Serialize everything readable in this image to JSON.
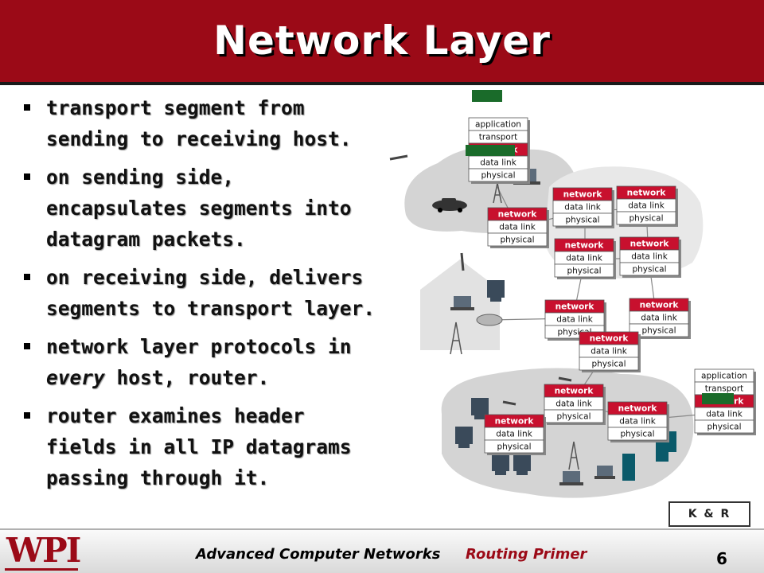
{
  "slide": {
    "title": "Network Layer",
    "bullets": [
      {
        "pre": "transport segment from sending to receiving host.",
        "em": "",
        "post": ""
      },
      {
        "pre": "on sending side, encapsulates segments into datagram packets.",
        "em": "",
        "post": ""
      },
      {
        "pre": "on receiving side, delivers segments to transport layer.",
        "em": "",
        "post": ""
      },
      {
        "pre": "network layer protocols in ",
        "em": "every",
        "post": " host, router."
      },
      {
        "pre": "router examines header fields in all IP datagrams passing through it.",
        "em": "",
        "post": ""
      }
    ],
    "source_label": "K & R"
  },
  "diagram": {
    "host_stack": [
      "application",
      "transport",
      "network",
      "data link",
      "physical"
    ],
    "router_stack": [
      "network",
      "data link",
      "physical"
    ],
    "colors": {
      "network_header": "#c8102e",
      "datagram": "#1a6b2a",
      "cloud": "#d4d4d4",
      "house": "#e2e2e2"
    }
  },
  "footer": {
    "logo": "WPI",
    "course": "Advanced Computer Networks",
    "topic": "Routing Primer",
    "page": "6"
  }
}
